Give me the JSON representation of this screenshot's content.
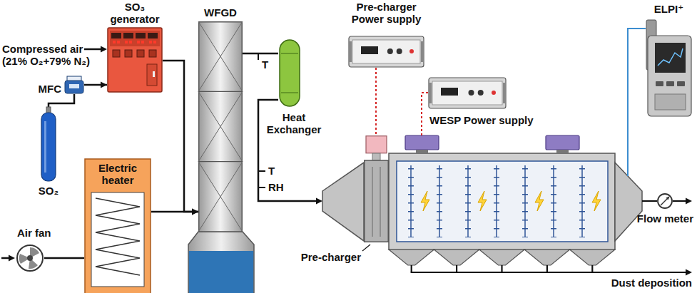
{
  "diagram": {
    "nodes": [
      {
        "text": [
          "SO₃ generator"
        ]
      },
      {
        "text": [
          "MFC"
        ]
      },
      {
        "text": [
          "SO₂"
        ]
      },
      {
        "text": [
          "Electric heater"
        ]
      },
      {
        "text": [
          "Air fan"
        ]
      },
      {
        "text": [
          "WFGD"
        ]
      },
      {
        "text": [
          "Heat Exchanger"
        ]
      },
      {
        "text": [
          "Pre-charger Power supply"
        ]
      },
      {
        "text": [
          "WESP Power supply"
        ]
      },
      {
        "text": [
          "Pre-charger"
        ]
      },
      {
        "text": [
          "ELPI⁺"
        ]
      },
      {
        "text": [
          "Flow meter"
        ]
      }
    ],
    "edges": [
      {
        "from": 2,
        "to": 1,
        "arrow": "none"
      },
      {
        "from": 1,
        "to": 0,
        "arrow": "to"
      },
      {
        "from": 0,
        "to": 5,
        "arrow": "to"
      },
      {
        "from": 4,
        "to": 3,
        "arrow": "none"
      },
      {
        "from": 3,
        "to": 5,
        "arrow": "to"
      },
      {
        "from": 5,
        "to": 6,
        "arrow": "none"
      },
      {
        "from": 7,
        "to": 9,
        "arrow": "none"
      }
    ],
    "labels": [
      "Compressed air (21% O₂+79% N₂)",
      "T",
      "T",
      "RH",
      "Dust deposition"
    ]
  }
}
